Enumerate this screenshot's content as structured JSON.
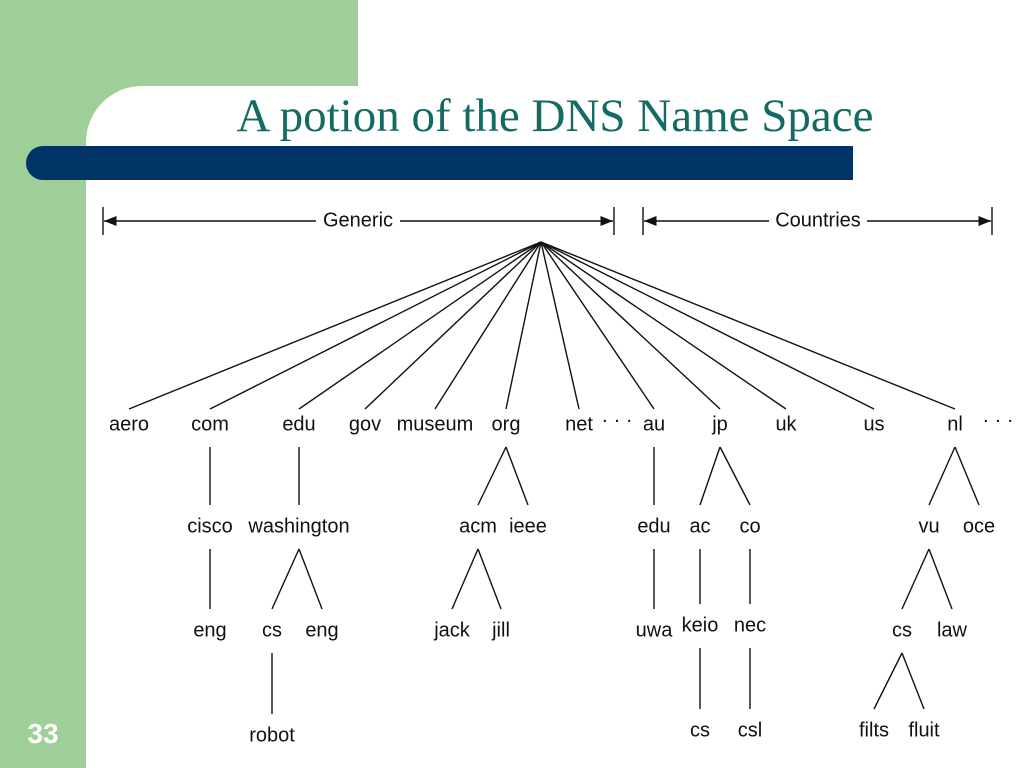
{
  "slide": {
    "title": "A potion of the DNS Name Space",
    "number": "33"
  },
  "colors": {
    "green": "#9fcf98",
    "bar": "#003366",
    "title": "#156b64"
  },
  "diagram": {
    "ranges": [
      {
        "id": "generic",
        "label": "Generic"
      },
      {
        "id": "countries",
        "label": "Countries"
      }
    ],
    "ellipsis": "· · ·",
    "nodes": [
      {
        "id": "aero",
        "label": "aero",
        "parent": "root"
      },
      {
        "id": "com",
        "label": "com",
        "parent": "root"
      },
      {
        "id": "edu",
        "label": "edu",
        "parent": "root"
      },
      {
        "id": "gov",
        "label": "gov",
        "parent": "root"
      },
      {
        "id": "museum",
        "label": "museum",
        "parent": "root"
      },
      {
        "id": "org",
        "label": "org",
        "parent": "root"
      },
      {
        "id": "net",
        "label": "net",
        "parent": "root"
      },
      {
        "id": "au",
        "label": "au",
        "parent": "root"
      },
      {
        "id": "jp",
        "label": "jp",
        "parent": "root"
      },
      {
        "id": "uk",
        "label": "uk",
        "parent": "root"
      },
      {
        "id": "us",
        "label": "us",
        "parent": "root"
      },
      {
        "id": "nl",
        "label": "nl",
        "parent": "root"
      },
      {
        "id": "cisco",
        "label": "cisco",
        "parent": "com"
      },
      {
        "id": "com-cisco-eng",
        "label": "eng",
        "parent": "cisco"
      },
      {
        "id": "washington",
        "label": "washington",
        "parent": "edu"
      },
      {
        "id": "wash-cs",
        "label": "cs",
        "parent": "washington"
      },
      {
        "id": "wash-eng",
        "label": "eng",
        "parent": "washington"
      },
      {
        "id": "robot",
        "label": "robot",
        "parent": "wash-cs"
      },
      {
        "id": "acm",
        "label": "acm",
        "parent": "org"
      },
      {
        "id": "ieee",
        "label": "ieee",
        "parent": "org"
      },
      {
        "id": "jack",
        "label": "jack",
        "parent": "acm"
      },
      {
        "id": "jill",
        "label": "jill",
        "parent": "acm"
      },
      {
        "id": "au-edu",
        "label": "edu",
        "parent": "au"
      },
      {
        "id": "uwa",
        "label": "uwa",
        "parent": "au-edu"
      },
      {
        "id": "ac",
        "label": "ac",
        "parent": "jp"
      },
      {
        "id": "co",
        "label": "co",
        "parent": "jp"
      },
      {
        "id": "keio",
        "label": "keio",
        "parent": "ac"
      },
      {
        "id": "nec",
        "label": "nec",
        "parent": "co"
      },
      {
        "id": "keio-cs",
        "label": "cs",
        "parent": "keio"
      },
      {
        "id": "csl",
        "label": "csl",
        "parent": "nec"
      },
      {
        "id": "vu",
        "label": "vu",
        "parent": "nl"
      },
      {
        "id": "oce",
        "label": "oce",
        "parent": "nl"
      },
      {
        "id": "vu-cs",
        "label": "cs",
        "parent": "vu"
      },
      {
        "id": "law",
        "label": "law",
        "parent": "vu"
      },
      {
        "id": "filts",
        "label": "filts",
        "parent": "vu-cs"
      },
      {
        "id": "fluit",
        "label": "fluit",
        "parent": "vu-cs"
      }
    ]
  }
}
